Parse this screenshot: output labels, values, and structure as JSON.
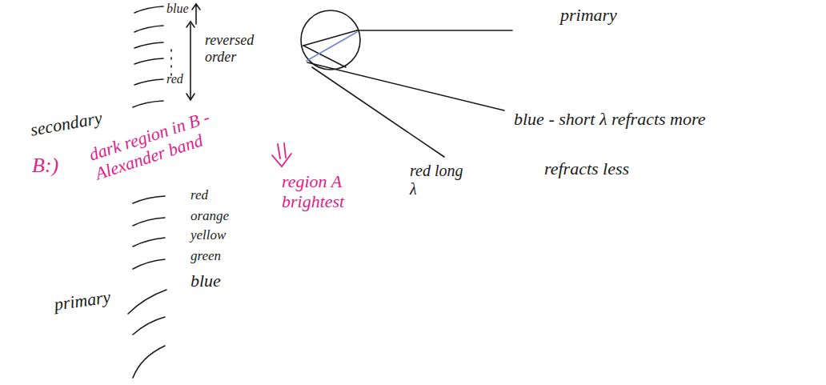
{
  "diagram": {
    "labels": [
      "blue",
      "primary",
      "reversed order",
      "red",
      "blue - short λ refracts more",
      "secondary",
      "dark region in B - Alexander band",
      "red long λ",
      "refracts less",
      "B:)",
      "region A brightest",
      "red",
      "orange",
      "yellow",
      "green",
      "blue",
      "primary"
    ]
  }
}
